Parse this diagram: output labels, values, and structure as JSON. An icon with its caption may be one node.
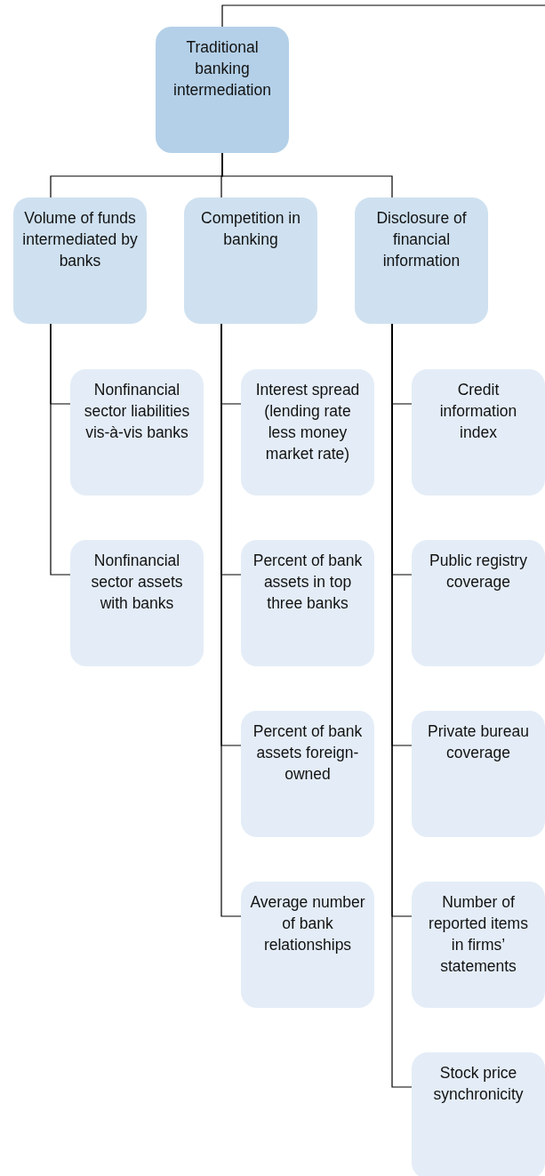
{
  "diagram": {
    "nodes": [
      {
        "text": [
          "Traditional banking intermediation"
        ]
      },
      {
        "text": [
          "Volume of funds intermediated by banks"
        ]
      },
      {
        "text": [
          "Competition in banking"
        ]
      },
      {
        "text": [
          "Disclosure of financial information"
        ]
      },
      {
        "text": [
          "Nonfinancial sector liabilities vis-à-vis banks"
        ]
      },
      {
        "text": [
          "Nonfinancial sector assets with banks"
        ]
      },
      {
        "text": [
          "Interest spread (lending rate less money market rate)"
        ]
      },
      {
        "text": [
          "Percent of bank assets in top three banks"
        ]
      },
      {
        "text": [
          "Percent of bank assets foreign-owned"
        ]
      },
      {
        "text": [
          "Average number of bank relationships"
        ]
      },
      {
        "text": [
          "Credit information index"
        ]
      },
      {
        "text": [
          "Public registry coverage"
        ]
      },
      {
        "text": [
          "Private bureau coverage"
        ]
      },
      {
        "text": [
          "Number of reported items in firms’ statements"
        ]
      },
      {
        "text": [
          "Stock price synchronicity"
        ]
      }
    ],
    "edges": [
      {
        "from": 0,
        "to": null,
        "arrow": "none"
      },
      {
        "from": 0,
        "to": 1,
        "arrow": "none"
      },
      {
        "from": 0,
        "to": 2,
        "arrow": "none"
      },
      {
        "from": 0,
        "to": 3,
        "arrow": "none"
      },
      {
        "from": 1,
        "to": 4,
        "arrow": "none"
      },
      {
        "from": 1,
        "to": 5,
        "arrow": "none"
      },
      {
        "from": 2,
        "to": 6,
        "arrow": "none"
      },
      {
        "from": 2,
        "to": 7,
        "arrow": "none"
      },
      {
        "from": 2,
        "to": 8,
        "arrow": "none"
      },
      {
        "from": 2,
        "to": 9,
        "arrow": "none"
      },
      {
        "from": 3,
        "to": 10,
        "arrow": "none"
      },
      {
        "from": 3,
        "to": 11,
        "arrow": "none"
      },
      {
        "from": 3,
        "to": 12,
        "arrow": "none"
      },
      {
        "from": 3,
        "to": 13,
        "arrow": "none"
      },
      {
        "from": 3,
        "to": 14,
        "arrow": "none"
      }
    ]
  }
}
